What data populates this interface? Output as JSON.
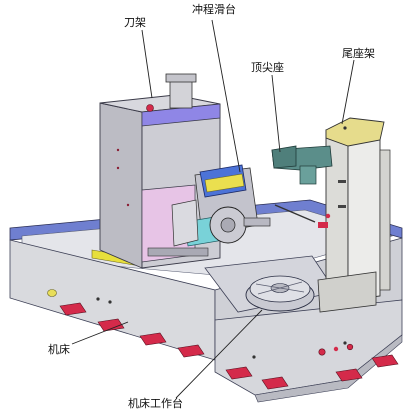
{
  "labels": {
    "tool_holder": "刀架",
    "slide_table": "冲程滑台",
    "tailstock_center": "顶尖座",
    "tailstock_frame": "尾座架",
    "machine_bed": "机床",
    "worktable": "机床工作台"
  },
  "colors": {
    "bed_body": "#dcdde2",
    "bed_rim": "#6f7fd0",
    "tower": "#c9c9cf",
    "tower_top_band": "#8f86e6",
    "tailstock": "#ececea",
    "tailstock_cap": "#e6dc8c",
    "arm": "#5b8e8a",
    "feet": "#d42a4a",
    "warning_strip": "#e7df3c",
    "leader_lines": "#222222"
  }
}
